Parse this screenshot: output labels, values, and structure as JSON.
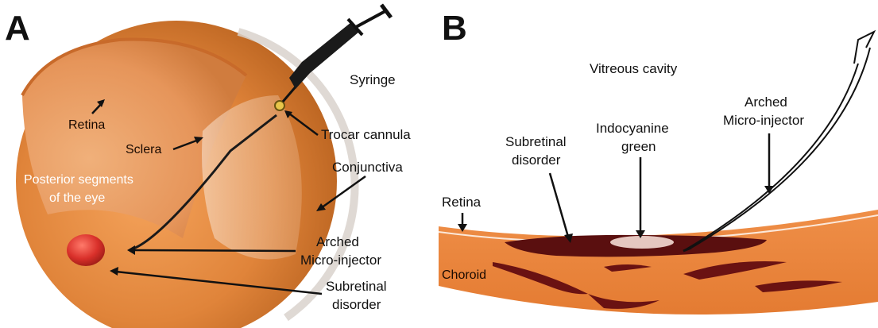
{
  "panel_a": {
    "letter": "A",
    "labels": {
      "retina": "Retina",
      "sclera": "Sclera",
      "posterior_line1": "Posterior segments",
      "posterior_line2": "of the eye",
      "syringe": "Syringe",
      "trocar": "Trocar cannula",
      "conjunctiva": "Conjunctiva",
      "injector_line1": "Arched",
      "injector_line2": "Micro-injector",
      "disorder_line1": "Subretinal",
      "disorder_line2": "disorder"
    }
  },
  "panel_b": {
    "letter": "B",
    "labels": {
      "vitreous": "Vitreous cavity",
      "retina": "Retina",
      "choroid": "Choroid",
      "disorder_line1": "Subretinal",
      "disorder_line2": "disorder",
      "icg_line1": "Indocyanine",
      "icg_line2": "green",
      "injector_line1": "Arched",
      "injector_line2": "Micro-injector"
    }
  }
}
